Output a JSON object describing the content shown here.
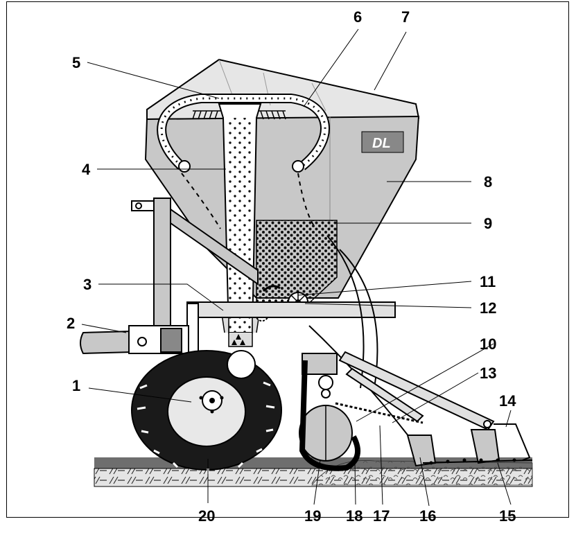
{
  "brand_label": "DL",
  "callouts": [
    "1",
    "2",
    "3",
    "4",
    "5",
    "6",
    "7",
    "8",
    "9",
    "10",
    "11",
    "12",
    "13",
    "14",
    "15",
    "16",
    "17",
    "18",
    "19",
    "20"
  ],
  "colors": {
    "outline": "#000000",
    "hopper_gray": "#c8c8c8",
    "cover_light": "#e6e6e6",
    "ground_dark": "#6e6e6e",
    "soil_light": "#dcdcdc",
    "tire": "#1a1a1a",
    "rim": "#e8e8e8"
  }
}
